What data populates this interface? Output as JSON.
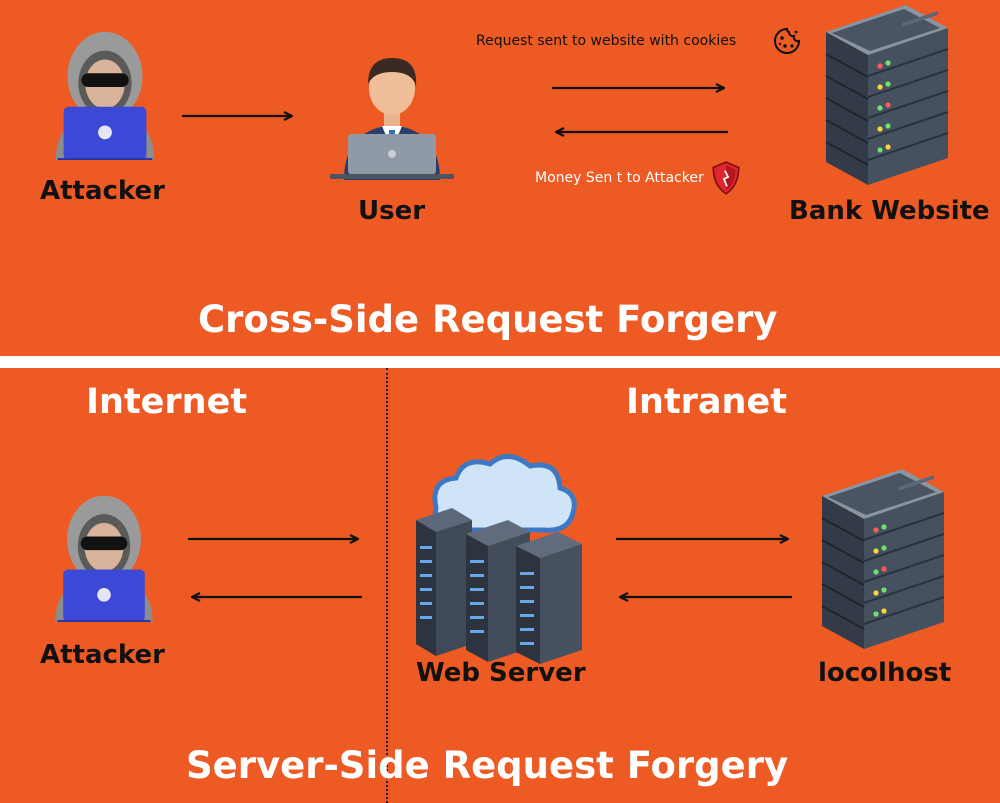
{
  "colors": {
    "background": "#EE5A24",
    "accent_blue": "#3B49D6",
    "server_dark": "#3E4856",
    "divider": "#FFFFFF"
  },
  "csrf": {
    "title": "Cross-Side Request Forgery",
    "attacker_label": "Attacker",
    "user_label": "User",
    "bank_label": "Bank Website",
    "request_note": "Request sent to website with cookies",
    "money_note": "Money Sen t to Attacker",
    "icons": [
      "hacker-icon",
      "user-laptop-icon",
      "server-rack-icon",
      "cookie-icon",
      "shield-icon"
    ]
  },
  "ssrf": {
    "title": "Server-Side Request Forgery",
    "internet_label": "Internet",
    "intranet_label": "Intranet",
    "attacker_label": "Attacker",
    "webserver_label": "Web Server",
    "localhost_label": "locolhost",
    "icons": [
      "hacker-icon",
      "cloud-servers-icon",
      "server-rack-icon"
    ]
  }
}
